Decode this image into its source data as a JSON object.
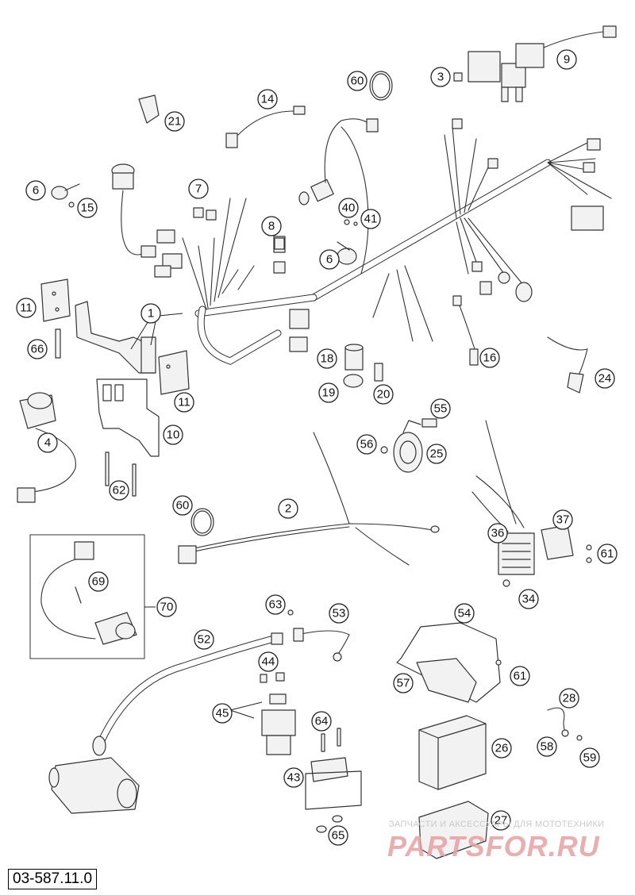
{
  "part_number": "03-587.11.0",
  "watermark": {
    "line1": "ЗАПЧАСТИ И АКСЕССУАРЫ ДЛЯ МОТОТЕХНИКИ",
    "line2": "PARTSFOR.RU"
  },
  "callouts": [
    "9",
    "3",
    "60",
    "14",
    "21",
    "6",
    "15",
    "7",
    "40",
    "41",
    "8",
    "6",
    "11",
    "66",
    "1",
    "11",
    "18",
    "19",
    "20",
    "16",
    "24",
    "10",
    "4",
    "55",
    "56",
    "25",
    "62",
    "60",
    "2",
    "37",
    "36",
    "61",
    "34",
    "69",
    "70",
    "63",
    "53",
    "52",
    "54",
    "44",
    "61",
    "57",
    "45",
    "64",
    "28",
    "26",
    "58",
    "59",
    "43",
    "27",
    "65"
  ]
}
